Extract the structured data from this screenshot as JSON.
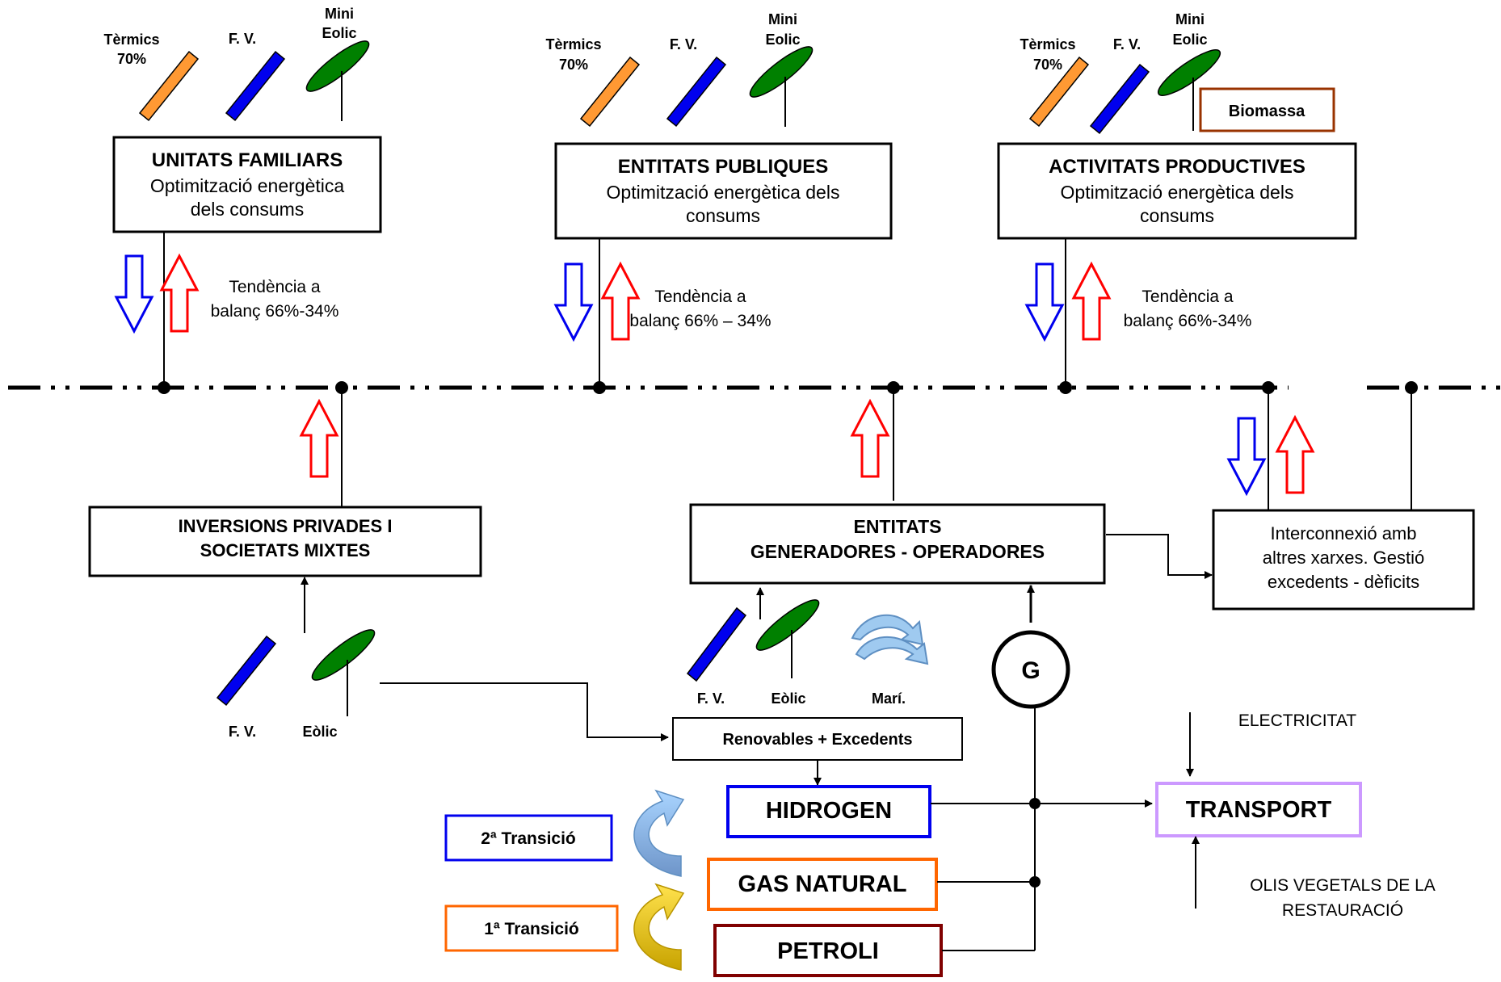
{
  "colors": {
    "thermal": "#ff9933",
    "pv": "#0000ee",
    "wind": "#008000",
    "arrow_down": "#0000ee",
    "arrow_up": "#ff0000",
    "biomass_border": "#993300",
    "h2_border": "#0000ee",
    "gas_border": "#ff6600",
    "oil_border": "#800000",
    "transport_border": "#cc99ff",
    "transition2_border": "#0000ee",
    "transition1_border": "#ff6600"
  },
  "groups": [
    {
      "thermal_label": "Tèrmics",
      "thermal_pct": "70%",
      "pv_label": "F. V.",
      "wind_label_1": "Mini",
      "wind_label_2": "Eolic",
      "title": "UNITATS FAMILIARS",
      "desc_1": "Optimització energètica",
      "desc_2": "dels consums",
      "trend_1": "Tendència a",
      "trend_2": "balanç 66%-34%"
    },
    {
      "thermal_label": "Tèrmics",
      "thermal_pct": "70%",
      "pv_label": "F. V.",
      "wind_label_1": "Mini",
      "wind_label_2": "Eolic",
      "title": "ENTITATS PUBLIQUES",
      "desc_1": "Optimització energètica dels",
      "desc_2": "consums",
      "trend_1": "Tendència a",
      "trend_2": "balanç 66% – 34%"
    },
    {
      "thermal_label": "Tèrmics",
      "thermal_pct": "70%",
      "pv_label": "F. V.",
      "wind_label_1": "Mini",
      "wind_label_2": "Eolic",
      "biomass_label": "Biomassa",
      "title": "ACTIVITATS PRODUCTIVES",
      "desc_1": "Optimització energètica dels",
      "desc_2": "consums",
      "trend_1": "Tendència a",
      "trend_2": "balanç 66%-34%"
    }
  ],
  "private": {
    "title_1": "INVERSIONS PRIVADES I",
    "title_2": "SOCIETATS MIXTES",
    "pv_label": "F. V.",
    "wind_label": "Eòlic"
  },
  "generators": {
    "title_1": "ENTITATS",
    "title_2": "GENERADORES - OPERADORES",
    "pv_label": "F. V.",
    "wind_label": "Eòlic",
    "marine_label": "Marí."
  },
  "interconnection": {
    "line_1": "Interconnexió amb",
    "line_2": "altres xarxes. Gestió",
    "line_3": "excedents - dèficits"
  },
  "generator_symbol": "G",
  "renewables_label": "Renovables + Excedents",
  "hydrogen_label": "HIDROGEN",
  "gas_label": "GAS NATURAL",
  "oil_label": "PETROLI",
  "transport_label": "TRANSPORT",
  "electricity_label": "ELECTRICITAT",
  "oils_label_1": "OLIS VEGETALS DE LA",
  "oils_label_2": "RESTAURACIÓ",
  "transition_2_label": "2ª Transició",
  "transition_1_label": "1ª Transició"
}
